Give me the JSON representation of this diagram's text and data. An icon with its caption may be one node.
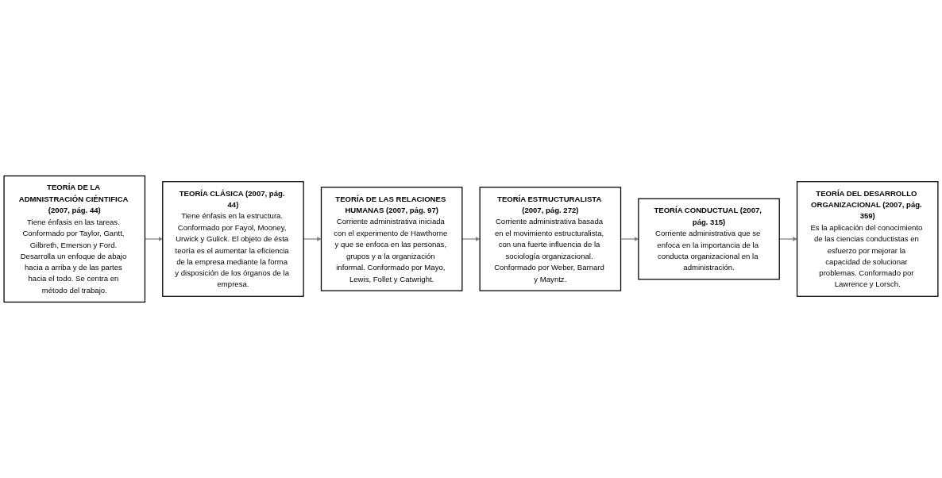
{
  "diagram": {
    "nodes": [
      {
        "text": [
          "TEORÍA DE LA ADMNISTRACIÓN CIÉNTIFICA (2007, pág. 44)",
          "Tiene énfasis en las tareas. Conformado por Taylor, Gantt, Gilbreth, Emerson y Ford. Desarrolla un enfoque de abajo hacia a arriba y de las partes hacia el todo. Se centra en método del trabajo."
        ]
      },
      {
        "text": [
          "TEORÍA CLÁSICA (2007, pág. 44)",
          "Tiene énfasis en la estructura. Conformado por Fayol, Mooney, Urwick y Gulick. El objeto de ésta teoría es el aumentar la eficiencia de la empresa mediante la forma y disposición de los órganos de la empresa."
        ]
      },
      {
        "text": [
          "TEORÍA DE LAS RELACIONES HUMANAS (2007, pág. 97)",
          "Corriente administrativa iniciada con el experimento de Hawthorne y que se enfoca en las personas, grupos y a la organización informal. Conformado por Mayo, Lewis, Follet y Catwright."
        ]
      },
      {
        "text": [
          "TEORÍA ESTRUCTURALISTA (2007, pág. 272)",
          "Corriente administrativa basada en el movimiento estructuralista, con una fuerte influencia de la sociología organizacional. Conformado por Weber, Barnard y Mayntz."
        ]
      },
      {
        "text": [
          "TEORÍA CONDUCTUAL (2007, pág. 315)",
          "Corriente administrativa que se enfoca en la importancia de la conducta organizacional en la administración."
        ]
      },
      {
        "text": [
          "TEORÍA DEL DESARROLLO ORGANIZACIONAL (2007, pág. 359)",
          "Es la aplicación del conocimiento de las ciencias conductistas en esfuerzo por mejorar la capacidad de solucionar problemas. Conformado por Lawrence y Lorsch."
        ]
      }
    ],
    "edges": [
      {
        "from": 0,
        "to": 1,
        "arrow": "to"
      },
      {
        "from": 1,
        "to": 2,
        "arrow": "to"
      },
      {
        "from": 2,
        "to": 3,
        "arrow": "to"
      },
      {
        "from": 3,
        "to": 4,
        "arrow": "to"
      },
      {
        "from": 4,
        "to": 5,
        "arrow": "to"
      }
    ]
  }
}
